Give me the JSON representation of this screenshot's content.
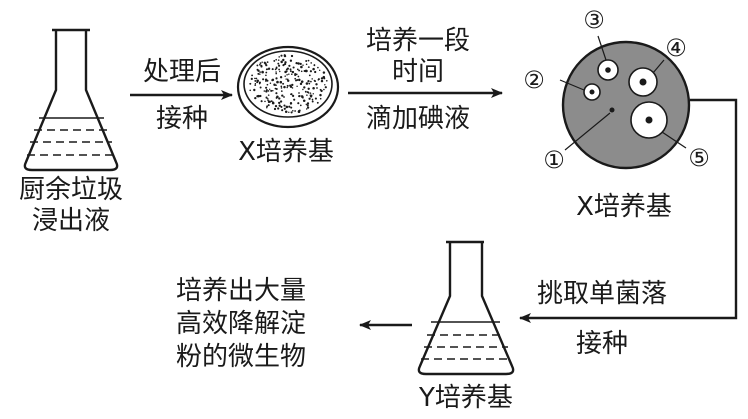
{
  "labels": {
    "flask1_caption_line1": "厨余垃圾",
    "flask1_caption_line2": "浸出液",
    "arrow1_top": "处理后",
    "arrow1_bottom": "接种",
    "dish1_caption": "X培养基",
    "arrow2_top_line1": "培养一段",
    "arrow2_top_line2": "时间",
    "arrow2_bottom": "滴加碘液",
    "dish2_caption": "X培养基",
    "pick_top": "挑取单菌落",
    "pick_bottom": "接种",
    "flask2_caption": "Y培养基",
    "result_line1": "培养出大量",
    "result_line2": "高效降解淀",
    "result_line3": "粉的微生物"
  },
  "colonies": [
    {
      "id": "1",
      "label": "①",
      "has_halo": false
    },
    {
      "id": "2",
      "label": "②",
      "has_halo": true
    },
    {
      "id": "3",
      "label": "③",
      "has_halo": true
    },
    {
      "id": "4",
      "label": "④",
      "has_halo": true
    },
    {
      "id": "5",
      "label": "⑤",
      "has_halo": true
    }
  ],
  "colors": {
    "stroke": "#1a1a1a",
    "dish_medium": "#8c8c8c",
    "halo": "#ffffff",
    "background": "#ffffff"
  }
}
